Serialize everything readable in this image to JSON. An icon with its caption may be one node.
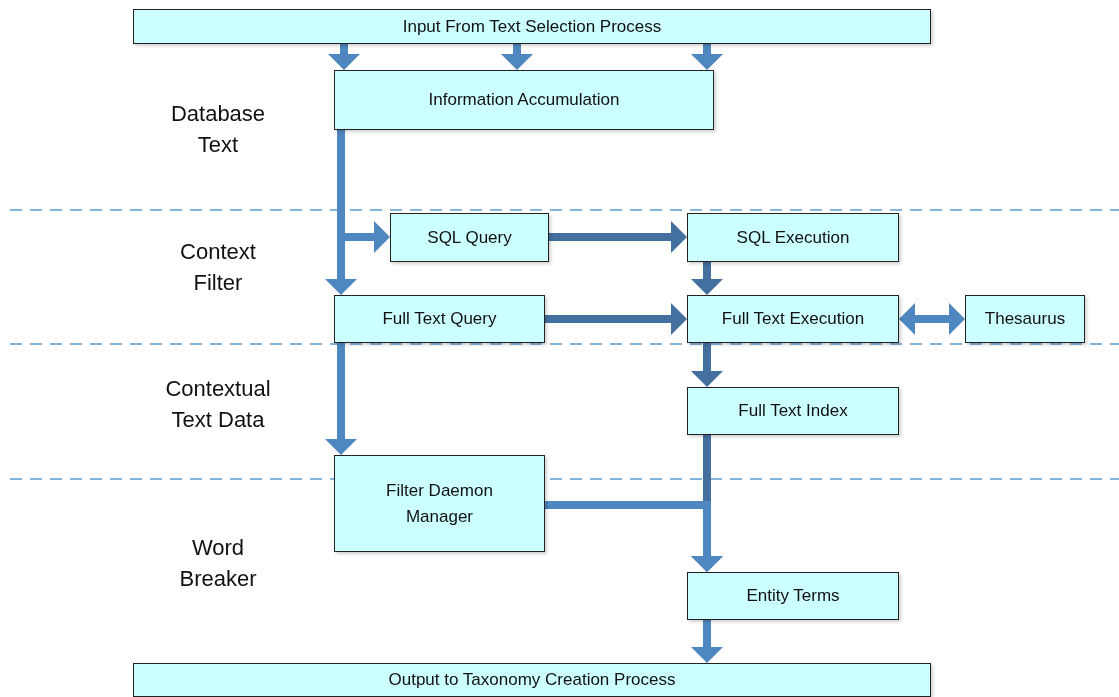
{
  "diagram": {
    "nodes": [
      {
        "text": [
          "Input From Text Selection Process"
        ]
      },
      {
        "text": [
          "Information Accumulation"
        ]
      },
      {
        "text": [
          "SQL Query"
        ]
      },
      {
        "text": [
          "SQL Execution"
        ]
      },
      {
        "text": [
          "Full Text Query"
        ]
      },
      {
        "text": [
          "Full Text Execution"
        ]
      },
      {
        "text": [
          "Thesaurus"
        ]
      },
      {
        "text": [
          "Full Text Index"
        ]
      },
      {
        "text": [
          "Filter Daemon Manager"
        ]
      },
      {
        "text": [
          "Entity Terms"
        ]
      },
      {
        "text": [
          "Output to Taxonomy Creation Process"
        ]
      }
    ],
    "edges": [
      {
        "from": 0,
        "to": 1,
        "arrow": "to"
      },
      {
        "from": 0,
        "to": 1,
        "arrow": "to"
      },
      {
        "from": 0,
        "to": 1,
        "arrow": "to"
      },
      {
        "from": 1,
        "to": 2,
        "arrow": "to"
      },
      {
        "from": 1,
        "to": 4,
        "arrow": "to"
      },
      {
        "from": 2,
        "to": 3,
        "arrow": "to",
        "color": "#43709e"
      },
      {
        "from": 3,
        "to": 5,
        "arrow": "to",
        "color": "#43709e"
      },
      {
        "from": 4,
        "to": 5,
        "arrow": "to",
        "color": "#43709e"
      },
      {
        "from": 5,
        "to": 6,
        "arrow": "both"
      },
      {
        "from": 5,
        "to": 7,
        "arrow": "to",
        "color": "#43709e"
      },
      {
        "from": 4,
        "to": 8,
        "arrow": "to"
      },
      {
        "from": 7,
        "to": 9,
        "arrow": "to",
        "color": "#43709e"
      },
      {
        "from": 8,
        "to": 9,
        "arrow": "to"
      },
      {
        "from": 9,
        "to": 10,
        "arrow": "to"
      }
    ],
    "labels": [
      "Database Text",
      "Context Filter",
      "Contextual Text Data",
      "Word Breaker"
    ]
  }
}
